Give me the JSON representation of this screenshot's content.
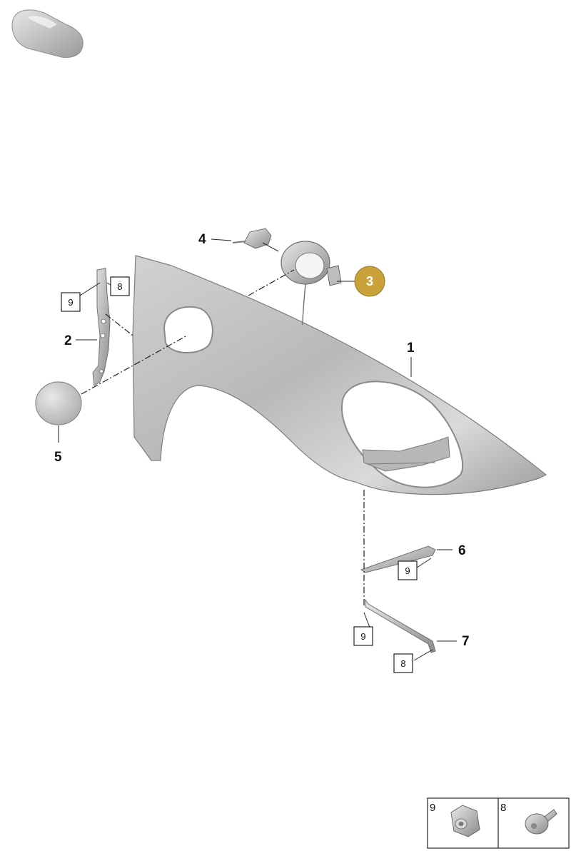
{
  "callouts": {
    "fender": "1",
    "bracket": "2",
    "fuel_filler_flap": "3",
    "flap_lock": "4",
    "filler_cap": "5",
    "upper_trim": "6",
    "lower_trim": "7"
  },
  "ref_boxes": {
    "bracket_top": "8",
    "bracket_left": "9",
    "trim6_box": "9",
    "trim7_left": "9",
    "trim7_bottom": "8"
  },
  "legend": {
    "nut_number": "9",
    "screw_number": "8"
  },
  "colors": {
    "highlight": "#c9a23a",
    "part_light": "#e4e4e4",
    "part_dark": "#8d8d8d"
  },
  "icons": {
    "vehicle_thumbnail": "car-thumbnail-icon",
    "nut": "flange-nut-icon",
    "screw": "torx-screw-icon"
  }
}
